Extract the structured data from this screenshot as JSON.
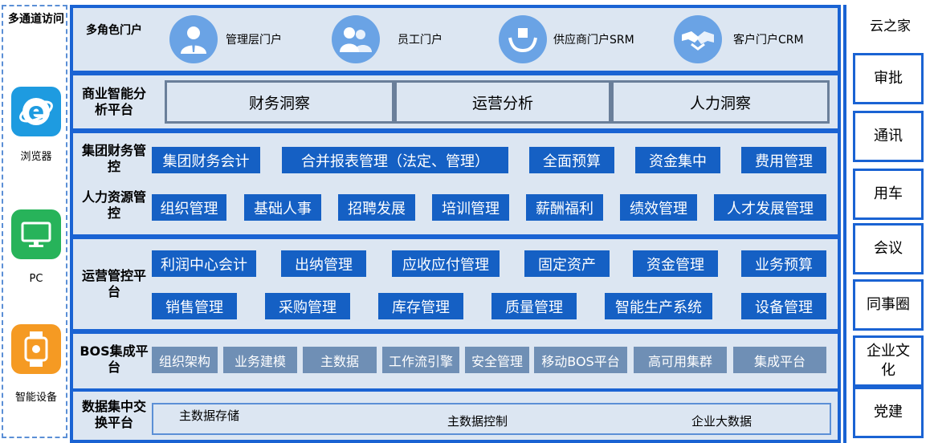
{
  "channels": {
    "title": "多通道访问",
    "items": [
      {
        "label": "浏览器",
        "icon": "browser-icon"
      },
      {
        "label": "PC",
        "icon": "pc-icon"
      },
      {
        "label": "智能设备",
        "icon": "smartwatch-icon"
      }
    ]
  },
  "portal": {
    "label": "多角色门户",
    "items": [
      {
        "label": "管理层门户",
        "icon": "manager-icon"
      },
      {
        "label": "员工门户",
        "icon": "employees-icon"
      },
      {
        "label": "供应商门户SRM",
        "icon": "supplier-icon"
      },
      {
        "label": "客户门户CRM",
        "icon": "handshake-icon"
      }
    ]
  },
  "bi": {
    "label": "商业智能分析平台",
    "items": [
      "财务洞察",
      "运营分析",
      "人力洞察"
    ]
  },
  "group_finance": {
    "label": "集团财务管控",
    "items": [
      "集团财务会计",
      "合并报表管理（法定、管理）",
      "全面预算",
      "资金集中",
      "费用管理"
    ]
  },
  "hr": {
    "label": "人力资源管控",
    "items": [
      "组织管理",
      "基础人事",
      "招聘发展",
      "培训管理",
      "薪酬福利",
      "绩效管理",
      "人才发展管理"
    ]
  },
  "operations": {
    "label": "运营管控平台",
    "row1": [
      "利润中心会计",
      "出纳管理",
      "应收应付管理",
      "固定资产",
      "资金管理",
      "业务预算"
    ],
    "row2": [
      "销售管理",
      "采购管理",
      "库存管理",
      "质量管理",
      "智能生产系统",
      "设备管理"
    ]
  },
  "bos": {
    "label": "BOS集成平台",
    "items": [
      "组织架构",
      "业务建模",
      "主数据",
      "工作流引擎",
      "安全管理",
      "移动BOS平台",
      "高可用集群",
      "集成平台"
    ]
  },
  "data": {
    "label": "数据集中交换平台",
    "items": [
      "主数据存储",
      "主数据控制",
      "企业大数据"
    ]
  },
  "cloud": {
    "title": "云之家",
    "items": [
      "审批",
      "通讯",
      "用车",
      "会议",
      "同事圈",
      "企业文化",
      "党建"
    ]
  },
  "colors": {
    "frame_blue": "#1a63d3",
    "pill_blue": "#1560c4",
    "pill_gray": "#6f8fb5",
    "band_bg": "#dce6f2",
    "browser_blue": "#1e9be0",
    "pc_green": "#27b35a",
    "device_orange": "#f59a23"
  }
}
